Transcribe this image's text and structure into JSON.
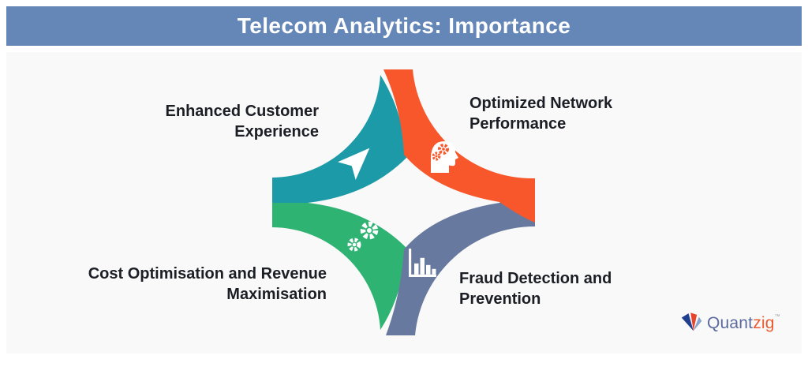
{
  "header": {
    "title": "Telecom Analytics: Importance",
    "bar_color": "#6587b8"
  },
  "quadrants": [
    {
      "id": "enhanced-customer-experience",
      "label": "Enhanced Customer\nExperience",
      "color": "#1d9aa8",
      "icon": "cursor-arrow-icon",
      "position": "top-left"
    },
    {
      "id": "optimized-network-performance",
      "label": "Optimized Network\nPerformance",
      "color": "#f8572b",
      "icon": "head-gears-icon",
      "position": "top-right"
    },
    {
      "id": "cost-optimisation-revenue-maximisation",
      "label": "Cost Optimisation and Revenue\nMaximisation",
      "color": "#2fb373",
      "icon": "gears-icon",
      "position": "bottom-left"
    },
    {
      "id": "fraud-detection-prevention",
      "label": "Fraud Detection and\nPrevention",
      "color": "#67799f",
      "icon": "bar-chart-icon",
      "position": "bottom-right"
    }
  ],
  "logo": {
    "brand_part1": "Quant",
    "brand_part2": "zig",
    "trademark": "™",
    "navy": "#223f8f",
    "red": "#e8442c",
    "lightblue": "#8aa4cc"
  },
  "colors": {
    "background": "#f9f9f9",
    "label_text": "#1b1e24",
    "icon_white": "#ffffff"
  }
}
